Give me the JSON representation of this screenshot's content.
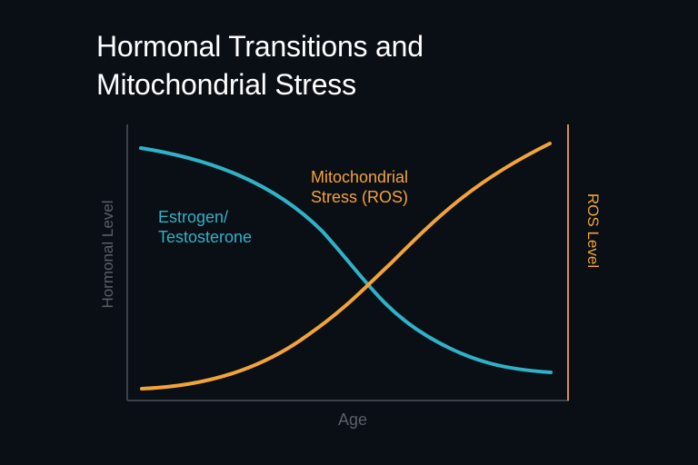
{
  "title": {
    "line1": "Hormonal Transitions and",
    "line2": "Mitochondrial Stress"
  },
  "axes": {
    "xlabel": "Age",
    "ylabel_left": "Hormonal Level",
    "ylabel_right": "ROS Level"
  },
  "annotations": {
    "hormone_label_line1": "Estrogen/",
    "hormone_label_line2": "Testosterone",
    "ros_label_line1": "Mitochondrial",
    "ros_label_line2": "Stress (ROS)"
  },
  "colors": {
    "background": "#0a0e15",
    "hormone": "#2fb2c8",
    "ros": "#f2a33a",
    "axis": "#3a434c",
    "axis_text": "#5a6068"
  },
  "chart_data": {
    "type": "line",
    "title": "Hormonal Transitions and Mitochondrial Stress",
    "xlabel": "Age",
    "ylabel": "Hormonal Level",
    "ylabel_secondary": "ROS Level",
    "x": [
      0,
      1,
      2,
      3,
      4,
      5,
      6,
      7,
      8,
      9,
      10
    ],
    "series": [
      {
        "name": "Estrogen/Testosterone",
        "axis": "left",
        "color": "#2fb2c8",
        "values": [
          0.97,
          0.94,
          0.88,
          0.79,
          0.66,
          0.5,
          0.34,
          0.21,
          0.12,
          0.07,
          0.05
        ]
      },
      {
        "name": "Mitochondrial Stress (ROS)",
        "axis": "right",
        "color": "#f2a33a",
        "values": [
          0.03,
          0.05,
          0.1,
          0.19,
          0.33,
          0.5,
          0.65,
          0.77,
          0.87,
          0.94,
          1.0
        ]
      }
    ],
    "xlim": [
      0,
      10
    ],
    "ylim": [
      0,
      1
    ],
    "ticks": "none",
    "grid": false,
    "legend": "inline annotations"
  }
}
